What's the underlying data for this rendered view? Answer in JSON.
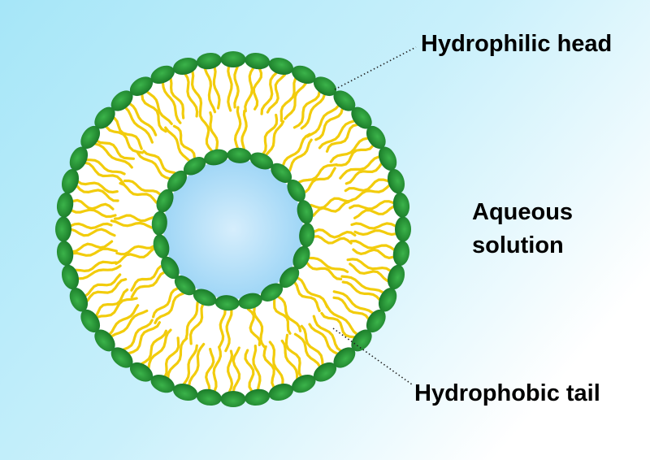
{
  "labels": {
    "head": "Hydrophilic head",
    "aqueous_line1": "Aqueous",
    "aqueous_line2": "solution",
    "tail": "Hydrophobic tail"
  },
  "colors": {
    "background_left": "#a6e6f8",
    "background_right": "#ffffff",
    "head": "#1f8a2e",
    "head_highlight": "#3bb34a",
    "tail": "#f2cc0c",
    "core": "#a8dcf8"
  }
}
